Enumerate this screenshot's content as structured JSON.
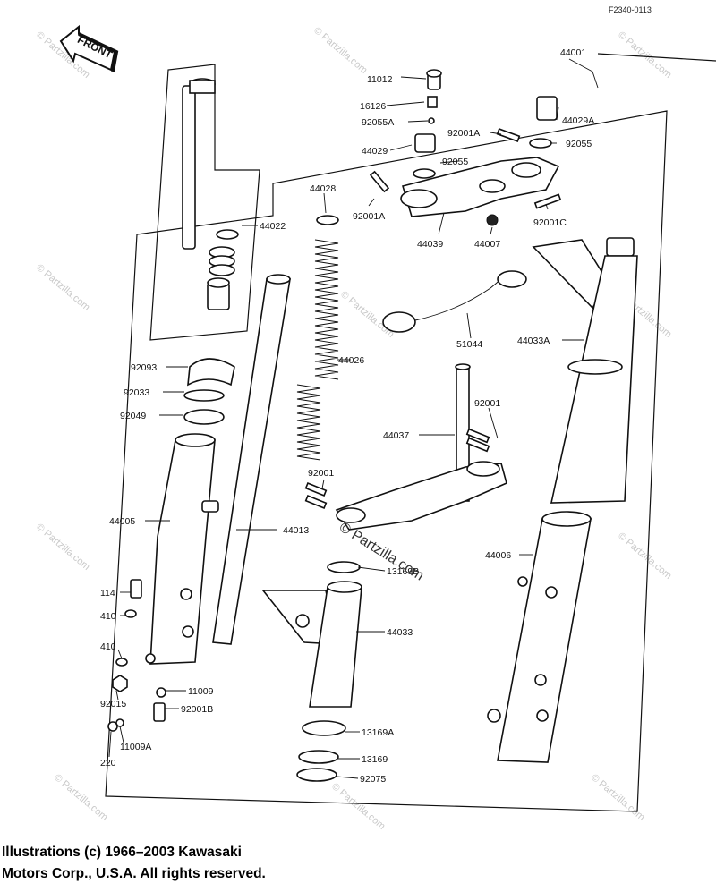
{
  "ref_code": "F2340-0113",
  "front_label": "FRONT",
  "watermark": "© Partzilla.com",
  "caption": {
    "line1": "Illustrations (c) 1966–2003 Kawasaki",
    "line2": "Motors Corp., U.S.A.  All rights reserved."
  },
  "labels": {
    "p44001": "44001",
    "p11012": "11012",
    "p16126": "16126",
    "p92055A": "92055A",
    "p92001A_top": "92001A",
    "p44029A": "44029A",
    "p92055_right": "92055",
    "p44029": "44029",
    "p92055_mid": "92055",
    "p44028": "44028",
    "p92001A_left": "92001A",
    "p92001C": "92001C",
    "p44039": "44039",
    "p44007": "44007",
    "p44022": "44022",
    "p51044": "51044",
    "p44033A": "44033A",
    "p92093": "92093",
    "p44026": "44026",
    "p92033": "92033",
    "p92049": "92049",
    "p92001_right": "92001",
    "p44037": "44037",
    "p92001_mid": "92001",
    "p44005": "44005",
    "p44013": "44013",
    "p44006": "44006",
    "p13169B": "13169B",
    "p114": "114",
    "p410_a": "410",
    "p44033": "44033",
    "p410_b": "410",
    "p11009": "11009",
    "p92015": "92015",
    "p92001B": "92001B",
    "p13169A": "13169A",
    "p11009A": "11009A",
    "p220": "220",
    "p13169": "13169",
    "p92075": "92075"
  }
}
